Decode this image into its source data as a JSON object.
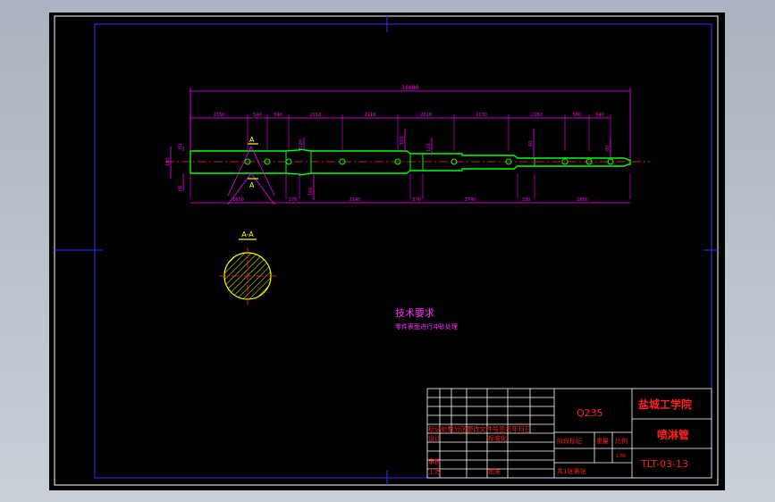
{
  "drawing": {
    "colors": {
      "background": "#000000",
      "frame": "#ffffff",
      "border": "#2f2fff",
      "part": "#00ff00",
      "dimension": "#ff00ff",
      "centerline": "#ff3030",
      "note": "#ff30ff",
      "title_red": "#ff2020",
      "marker": "#ffff00"
    },
    "dimensions": {
      "overall": "16680",
      "top_row": [
        "2150",
        "540",
        "590",
        "2118",
        "2118",
        "2018",
        "2130",
        "2182",
        "580",
        "540"
      ],
      "bottom_row": [
        "1650",
        "376",
        "3140",
        "376",
        "2740",
        "330",
        "2850"
      ],
      "vertical": [
        "60",
        "180",
        "60",
        "120",
        "160",
        "100",
        "120",
        "60",
        "60"
      ]
    },
    "section": {
      "label_left": "A",
      "label_right": "A",
      "view_label": "A-A"
    },
    "tech_notes": {
      "title": "技术要求",
      "line1": "零件表面进行冲砂处理"
    },
    "title_block": {
      "material": "Q235",
      "school": "盐城工学院",
      "part_name": "喷淋管",
      "drawing_no": "TLT-03-13",
      "row_labels": "标记处数分区更改文件号签名年月日",
      "design": "设计",
      "standardize": "标准化",
      "review": "审核",
      "process": "工艺",
      "approve": "批准",
      "stage_mark": "阶段标记",
      "weight": "重量",
      "scale": "比例",
      "scale_value": "1:50",
      "sheets": "共1张第张"
    }
  }
}
